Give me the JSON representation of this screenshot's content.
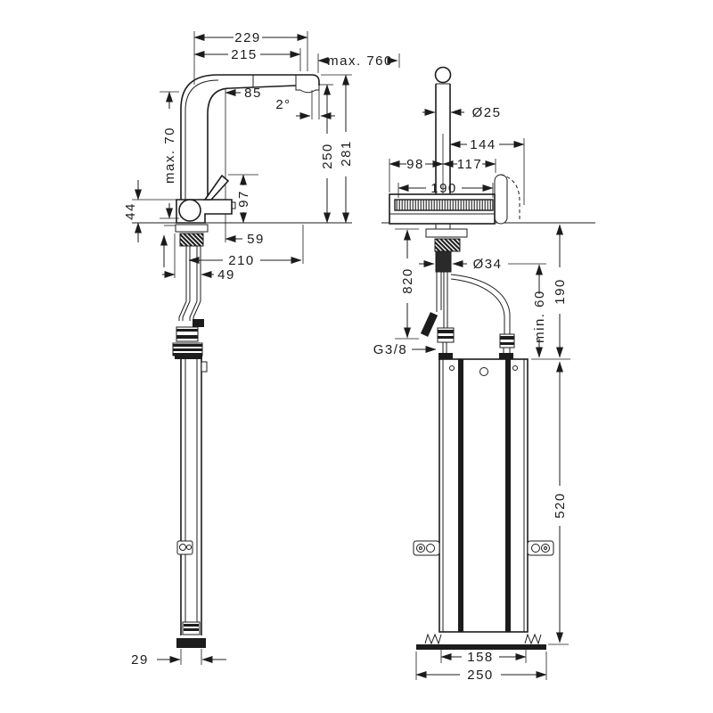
{
  "drawing_type": "technical-installation-drawing",
  "colors": {
    "line": "#1c1c1c",
    "background": "#ffffff"
  },
  "side": {
    "d229": "229",
    "d215": "215",
    "d760": "max. 760",
    "d85": "85",
    "d2": "2°",
    "d70": "max. 70",
    "d250": "250",
    "d281": "281",
    "d97": "97",
    "d44": "44",
    "d59": "59",
    "d210": "210",
    "d49": "49",
    "d29": "29"
  },
  "front": {
    "d25": "Ø25",
    "d144": "144",
    "d98": "98",
    "d117": "117",
    "d190": "190",
    "d820": "820",
    "d34": "Ø34",
    "d60": "min. 60",
    "d190b": "190",
    "d520": "520",
    "g38": "G3/8",
    "d158": "158",
    "d250b": "250"
  }
}
